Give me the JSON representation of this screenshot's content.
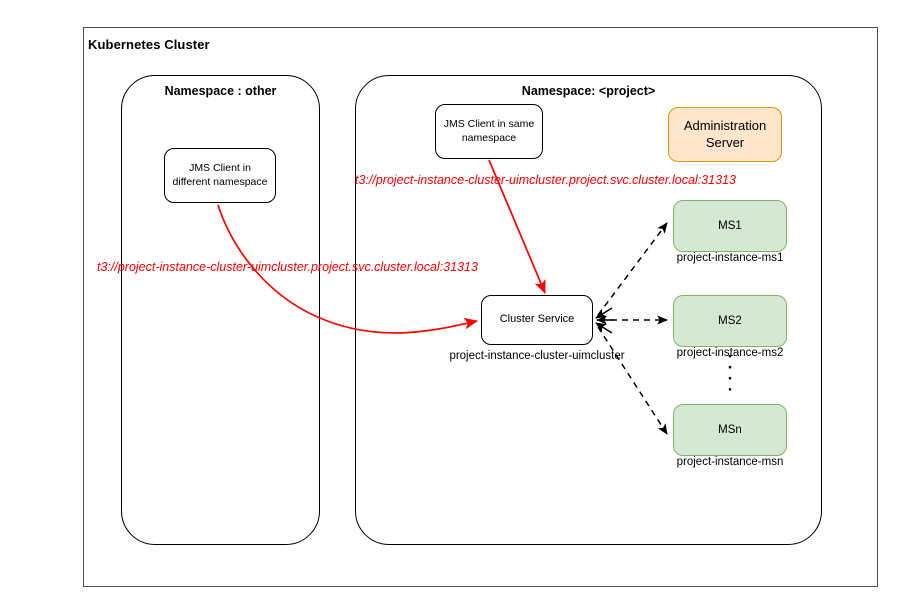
{
  "diagram": {
    "title": "Kubernetes Cluster",
    "namespaces": [
      {
        "id": "other",
        "label": "Namespace : other"
      },
      {
        "id": "project",
        "label": "Namespace: <project>"
      }
    ],
    "nodes": {
      "jms_client_other": "JMS Client in different namespace",
      "jms_client_same": "JMS Client in same namespace",
      "admin_server": "Administration Server",
      "cluster_service": "Cluster Service",
      "ms1": "MS1",
      "ms2": "MS2",
      "msn": "MSn"
    },
    "captions": {
      "cluster_service": "project-instance-cluster-uimcluster",
      "ms1": "project-instance-ms1",
      "ms2": "project-instance-ms2",
      "msn": "project-instance-msn"
    },
    "annotations": {
      "url_from_same_namespace": "t3://project-instance-cluster-uimcluster.project.svc.cluster.local:31313",
      "url_from_different_namespace": "t3://project-instance-cluster-uimcluster.project.svc.cluster.local:31313"
    },
    "colors": {
      "url_text": "#ff0000",
      "arrow_red": "#ff0000",
      "arrow_black": "#000000",
      "green_fill": "#d5e8d4",
      "green_stroke": "#82b366",
      "orange_fill": "#ffe6cc",
      "orange_stroke": "#d79b00",
      "frame_stroke": "#4d4d4d",
      "node_stroke": "#000000",
      "background": "#ffffff"
    }
  }
}
